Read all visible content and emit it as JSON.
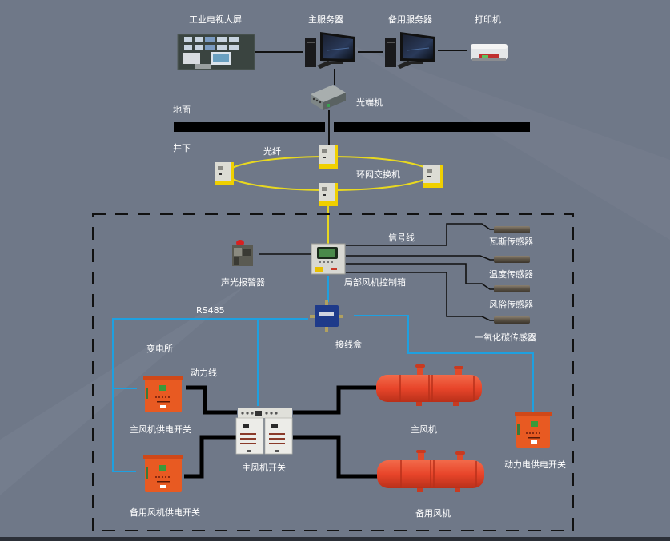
{
  "colors": {
    "background": "#6f7888",
    "fiber": "#e8d820",
    "rs485": "#1ea0e0",
    "power": "#000000",
    "signal": "#111111",
    "equipment_red": "#e8452a",
    "switch_orange": "#e85a22",
    "ring_switch_yellow": "#f0d000"
  },
  "surface": {
    "video_wall_label": "工业电视大屏",
    "main_server_label": "主服务器",
    "backup_server_label": "备用服务器",
    "printer_label": "打印机",
    "optical_transceiver_label": "光端机",
    "ground_label": "地面"
  },
  "underground": {
    "underground_label": "井下",
    "fiber_label": "光纤",
    "ring_switch_label": "环网交换机"
  },
  "local_area": {
    "signal_line_label": "信号线",
    "alarm_label": "声光报警器",
    "controller_label": "局部风机控制箱",
    "junction_box_label": "接线盒",
    "rs485_label": "RS485",
    "substation_label": "变电所",
    "power_line_label": "动力线",
    "sensors": [
      {
        "label": "瓦斯传感器"
      },
      {
        "label": "温度传感器"
      },
      {
        "label": "风俗传感器"
      },
      {
        "label": "一氧化碳传感器"
      }
    ],
    "main_fan_power_switch_label": "主风机供电开关",
    "backup_fan_power_switch_label": "备用风机供电开关",
    "main_fan_switch_label": "主风机开关",
    "main_fan_label": "主风机",
    "backup_fan_label": "备用风机",
    "power_supply_switch_label": "动力电供电开关"
  }
}
